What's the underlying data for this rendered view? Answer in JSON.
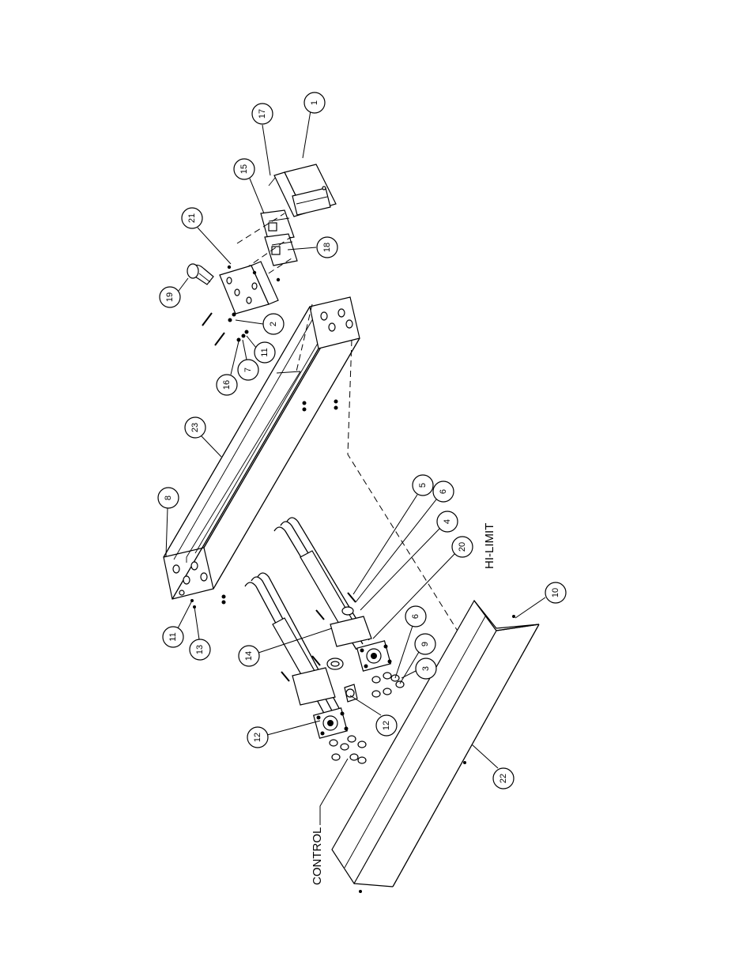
{
  "callouts": {
    "control": "CONTROL",
    "hi_limit": "HI-LIMIT"
  },
  "balloons": [
    {
      "id": "b1",
      "label": "1"
    },
    {
      "id": "b17",
      "label": "17"
    },
    {
      "id": "b15",
      "label": "15"
    },
    {
      "id": "b21",
      "label": "21"
    },
    {
      "id": "b18",
      "label": "18"
    },
    {
      "id": "b19",
      "label": "19"
    },
    {
      "id": "b2",
      "label": "2"
    },
    {
      "id": "b11a",
      "label": "11"
    },
    {
      "id": "b7",
      "label": "7"
    },
    {
      "id": "b16",
      "label": "16"
    },
    {
      "id": "b23",
      "label": "23"
    },
    {
      "id": "b8",
      "label": "8"
    },
    {
      "id": "b11b",
      "label": "11"
    },
    {
      "id": "b13",
      "label": "13"
    },
    {
      "id": "b14",
      "label": "14"
    },
    {
      "id": "b12a",
      "label": "12"
    },
    {
      "id": "b12b",
      "label": "12"
    },
    {
      "id": "b5",
      "label": "5"
    },
    {
      "id": "b6a",
      "label": "6"
    },
    {
      "id": "b4",
      "label": "4"
    },
    {
      "id": "b20",
      "label": "20"
    },
    {
      "id": "b10",
      "label": "10"
    },
    {
      "id": "b6b",
      "label": "6"
    },
    {
      "id": "b9",
      "label": "9"
    },
    {
      "id": "b3",
      "label": "3"
    },
    {
      "id": "b22",
      "label": "22"
    }
  ]
}
